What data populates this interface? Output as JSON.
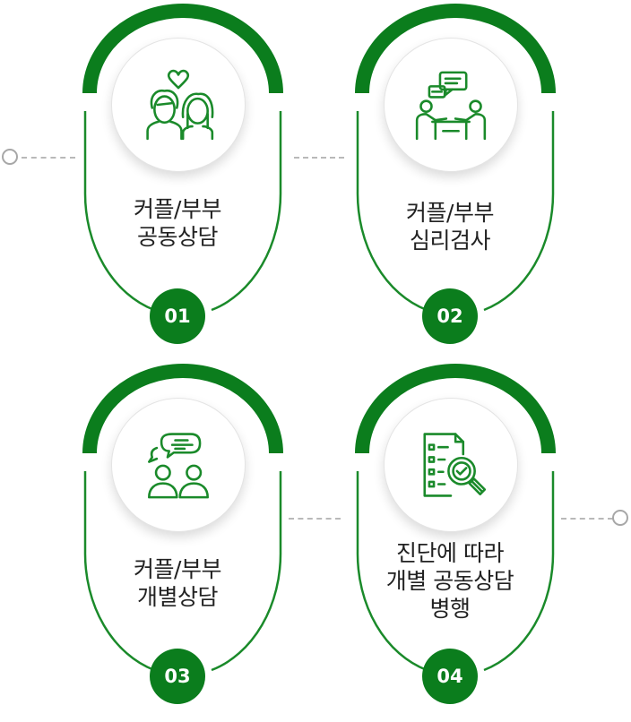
{
  "colors": {
    "accent": "#0b7d1d",
    "outline": "#1a8a2a",
    "connector": "#b9b9b9"
  },
  "steps": [
    {
      "number": "01",
      "title_lines": [
        "커플/부부",
        "공동상담"
      ],
      "icon": "couple-heart-icon"
    },
    {
      "number": "02",
      "title_lines": [
        "커플/부부",
        "심리검사"
      ],
      "icon": "consultation-meeting-icon"
    },
    {
      "number": "03",
      "title_lines": [
        "커플/부부",
        "개별상담"
      ],
      "icon": "chat-people-icon"
    },
    {
      "number": "04",
      "title_lines": [
        "진단에 따라",
        "개별 공동상담",
        "병행"
      ],
      "icon": "report-check-search-icon"
    }
  ]
}
